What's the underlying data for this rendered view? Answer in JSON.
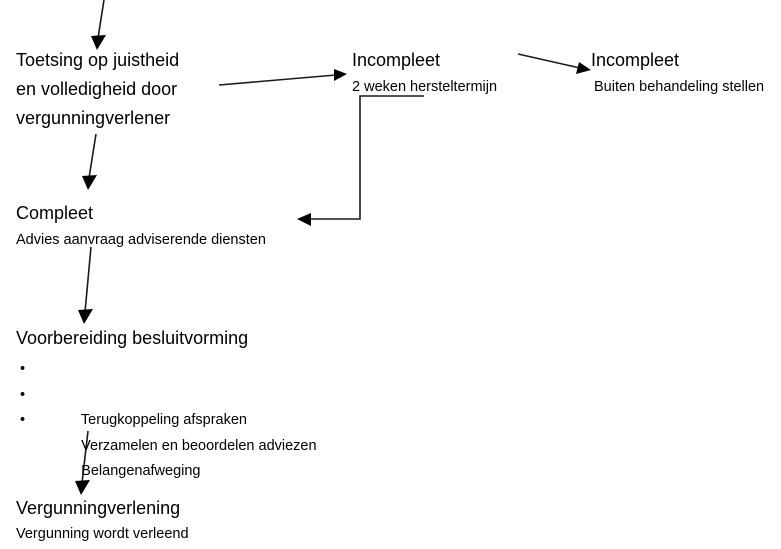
{
  "diagram": {
    "type": "flowchart",
    "language": "nl",
    "background_color": "#ffffff",
    "line_color": "#1a1a1a",
    "text_color": "#000000",
    "nodes": [
      {
        "id": "toetsing",
        "title": "Toetsing op juistheid\nen volledigheid door\nvergunningverlener",
        "subtitle": ""
      },
      {
        "id": "incompleet-1",
        "title": "Incompleet",
        "subtitle": "2 weken hersteltermijn"
      },
      {
        "id": "incompleet-2",
        "title": "Incompleet",
        "subtitle": "Buiten behandeling stellen"
      },
      {
        "id": "compleet",
        "title": "Compleet",
        "subtitle": "Advies aanvraag adviserende diensten"
      },
      {
        "id": "voorbereiding",
        "title": "Voorbereiding besluitvorming",
        "subtitle": "",
        "bullets": [
          "Terugkoppeling afspraken",
          "Verzamelen en beoordelen adviezen",
          "Belangenafweging"
        ],
        "bullet_glyph": "•"
      },
      {
        "id": "vergunningverlening",
        "title": "Vergunningverlening",
        "subtitle": "Vergunning wordt verleend"
      }
    ],
    "connectors": [
      {
        "id": "incoming-top",
        "from": "",
        "to": "toetsing",
        "kind": "straight-arrow"
      },
      {
        "id": "toetsing-to-incompleet",
        "from": "toetsing",
        "to": "incompleet-1",
        "kind": "straight-arrow"
      },
      {
        "id": "incompleet1-to-incompleet2",
        "from": "incompleet-1",
        "to": "incompleet-2",
        "kind": "straight-arrow"
      },
      {
        "id": "toetsing-to-compleet",
        "from": "toetsing",
        "to": "compleet",
        "kind": "straight-arrow"
      },
      {
        "id": "incompleet-back-to-compleet",
        "from": "incompleet-1",
        "to": "compleet",
        "kind": "elbow-arrow"
      },
      {
        "id": "compleet-to-voorbereiding",
        "from": "compleet",
        "to": "voorbereiding",
        "kind": "straight-arrow"
      },
      {
        "id": "voorbereiding-to-vergunningverlening",
        "from": "voorbereiding",
        "to": "vergunningverlening",
        "kind": "straight-arrow"
      }
    ]
  }
}
